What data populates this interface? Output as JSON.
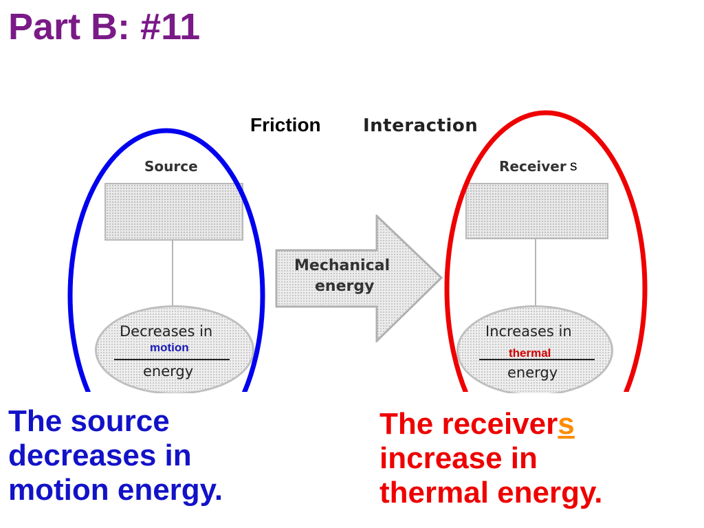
{
  "title": "Part B: #11",
  "diagram": {
    "friction": "Friction",
    "interaction": "Interaction",
    "source": {
      "label": "Source",
      "line1": "Decreases in",
      "blank": "motion",
      "line2": "energy"
    },
    "receiver": {
      "label": "Receiver",
      "plural_mark": "s",
      "line1": "Increases in",
      "blank": "thermal",
      "line2": "energy"
    },
    "arrow": {
      "line1": "Mechanical",
      "line2": "energy"
    },
    "colors": {
      "source_ellipse": "#0000ee",
      "receiver_ellipse": "#ee0000"
    }
  },
  "captions": {
    "left": {
      "line1": "The source",
      "line2": "decreases in",
      "line3": "motion energy."
    },
    "right": {
      "line1_prefix": "The receiver",
      "line1_emph": "s",
      "line2": "increase in",
      "line3": "thermal energy."
    }
  },
  "colors": {
    "title": "#7a1a87",
    "left_caption": "#1212c8",
    "right_caption": "#ee0000",
    "emphasis": "#ff8c00"
  }
}
